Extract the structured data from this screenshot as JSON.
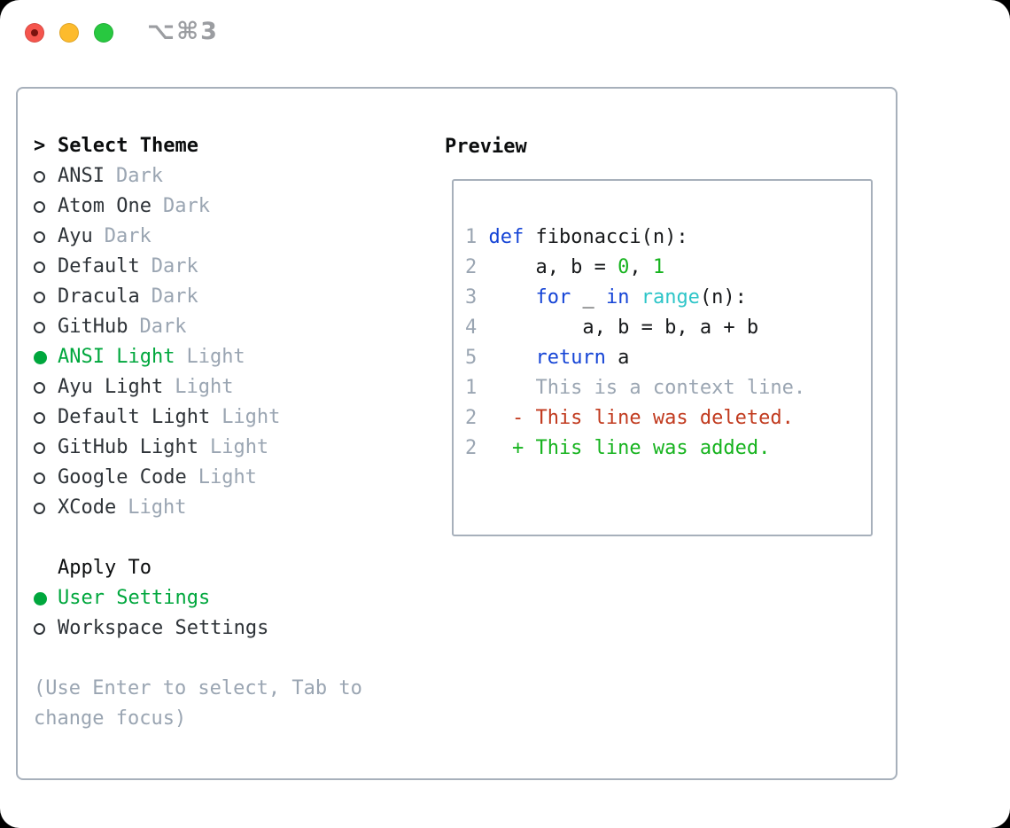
{
  "colors": {
    "accent": "#00a73d",
    "muted": "#9aa5b2",
    "text": "#2e3338",
    "panel-border": "#a7b0bb",
    "keyword": "#1544d6",
    "builtin": "#2dc5c8",
    "number": "#16b31e",
    "added": "#16b31e",
    "deleted": "#c13a1e",
    "context": "#9aa5b2",
    "lineno": "#9aa5b2",
    "shortcut": "#9b9da1",
    "tl-close": "#f5554d",
    "tl-close-dot": "#7a130e",
    "tl-min": "#fdbb2d",
    "tl-zoom": "#28c840"
  },
  "titlebar": {
    "shortcut": "⌥⌘3",
    "controls": [
      "close",
      "minimize",
      "zoom"
    ]
  },
  "theme_panel": {
    "prompt": ">",
    "title": "Select Theme",
    "items": [
      {
        "name": "ANSI",
        "tag": "Dark",
        "selected": false
      },
      {
        "name": "Atom One",
        "tag": "Dark",
        "selected": false
      },
      {
        "name": "Ayu",
        "tag": "Dark",
        "selected": false
      },
      {
        "name": "Default",
        "tag": "Dark",
        "selected": false
      },
      {
        "name": "Dracula",
        "tag": "Dark",
        "selected": false
      },
      {
        "name": "GitHub",
        "tag": "Dark",
        "selected": false
      },
      {
        "name": "ANSI Light",
        "tag": "Light",
        "selected": true
      },
      {
        "name": "Ayu Light",
        "tag": "Light",
        "selected": false
      },
      {
        "name": "Default Light",
        "tag": "Light",
        "selected": false
      },
      {
        "name": "GitHub Light",
        "tag": "Light",
        "selected": false
      },
      {
        "name": "Google Code",
        "tag": "Light",
        "selected": false
      },
      {
        "name": "XCode",
        "tag": "Light",
        "selected": false
      }
    ],
    "apply_to": {
      "title": "Apply To",
      "options": [
        {
          "name": "User Settings",
          "selected": true
        },
        {
          "name": "Workspace Settings",
          "selected": false
        }
      ]
    },
    "hint": "(Use Enter to select, Tab to change focus)"
  },
  "preview": {
    "title": "Preview",
    "code_lines": [
      {
        "num": "1",
        "segments": [
          {
            "text": "def",
            "color": "keyword"
          },
          {
            "text": " fibonacci(n):",
            "color": "plain"
          }
        ]
      },
      {
        "num": "2",
        "segments": [
          {
            "text": "    a, b = ",
            "color": "plain"
          },
          {
            "text": "0",
            "color": "number"
          },
          {
            "text": ", ",
            "color": "plain"
          },
          {
            "text": "1",
            "color": "number"
          }
        ]
      },
      {
        "num": "3",
        "segments": [
          {
            "text": "    ",
            "color": "plain"
          },
          {
            "text": "for",
            "color": "keyword"
          },
          {
            "text": " _ ",
            "color": "plain"
          },
          {
            "text": "in",
            "color": "keyword"
          },
          {
            "text": " ",
            "color": "plain"
          },
          {
            "text": "range",
            "color": "builtin"
          },
          {
            "text": "(n):",
            "color": "plain"
          }
        ]
      },
      {
        "num": "4",
        "segments": [
          {
            "text": "        a, b = b, a + b",
            "color": "plain"
          }
        ]
      },
      {
        "num": "5",
        "segments": [
          {
            "text": "    ",
            "color": "plain"
          },
          {
            "text": "return",
            "color": "keyword"
          },
          {
            "text": " a",
            "color": "plain"
          }
        ]
      },
      {
        "num": "",
        "segments": []
      },
      {
        "num": "1",
        "segments": [
          {
            "text": "    This is a context line.",
            "color": "context"
          }
        ]
      },
      {
        "num": "2",
        "segments": [
          {
            "text": "  - This line was deleted.",
            "color": "deleted"
          }
        ]
      },
      {
        "num": "2",
        "segments": [
          {
            "text": "  + This line was added.",
            "color": "added"
          }
        ]
      }
    ]
  }
}
